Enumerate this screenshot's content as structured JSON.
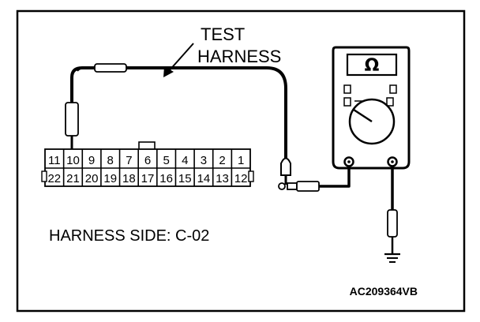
{
  "callout": {
    "line1": "TEST",
    "line2": "HARNESS"
  },
  "connector": {
    "top_row": [
      "11",
      "10",
      "9",
      "8",
      "7",
      "6",
      "5",
      "4",
      "3",
      "2",
      "1"
    ],
    "bottom_row": [
      "22",
      "21",
      "20",
      "19",
      "18",
      "17",
      "16",
      "15",
      "14",
      "13",
      "12"
    ]
  },
  "caption": "HARNESS SIDE: C-02",
  "meter": {
    "symbol": "Ω",
    "icon": "ohmmeter-icon"
  },
  "ground_icon": "ground-symbol-icon",
  "figure_code": "AC209364VB",
  "colors": {
    "ink": "#000000",
    "paper": "#ffffff"
  }
}
